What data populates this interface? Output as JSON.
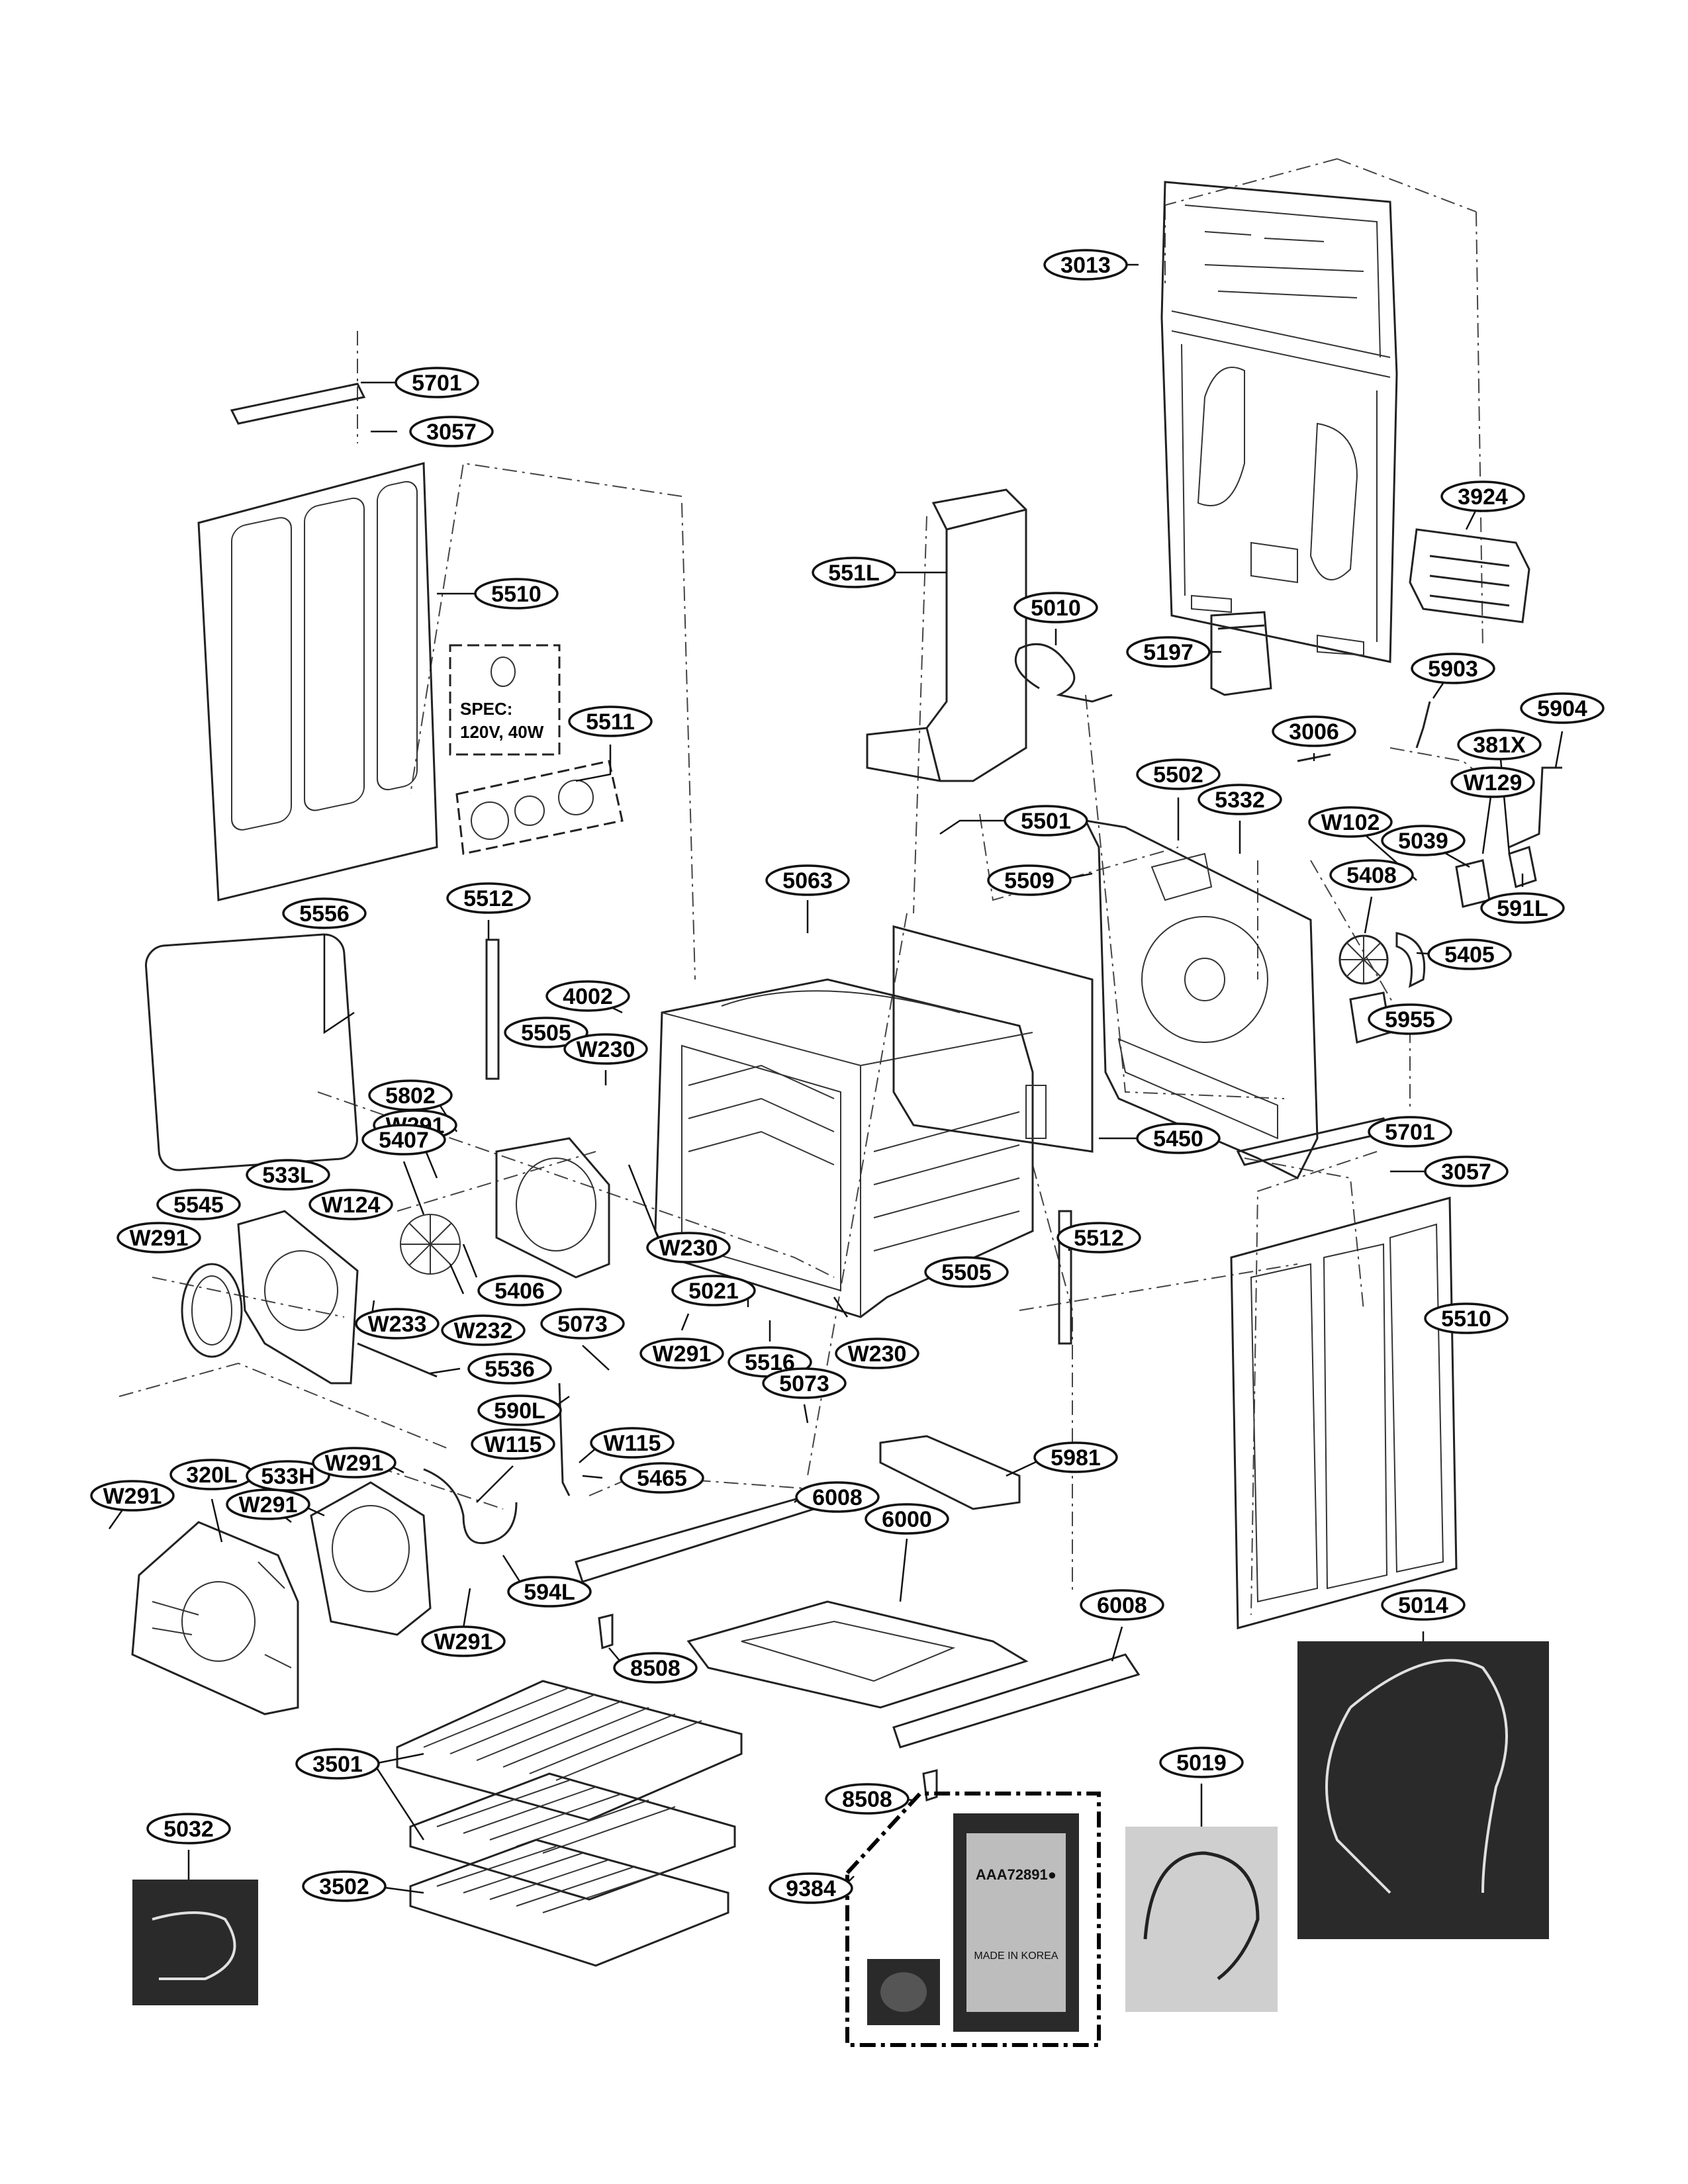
{
  "spec_box": {
    "line1": "SPEC:",
    "line2": "120V, 40W"
  },
  "kit_photo": {
    "bag_code": "AAA72891●",
    "bag_text": "MADE IN KOREA"
  },
  "labels": [
    {
      "id": "3013",
      "text": "3013"
    },
    {
      "id": "5701a",
      "text": "5701"
    },
    {
      "id": "3057a",
      "text": "3057"
    },
    {
      "id": "3924",
      "text": "3924"
    },
    {
      "id": "551L",
      "text": "551L"
    },
    {
      "id": "5010",
      "text": "5010"
    },
    {
      "id": "5510a",
      "text": "5510"
    },
    {
      "id": "5197",
      "text": "5197"
    },
    {
      "id": "5903",
      "text": "5903"
    },
    {
      "id": "5511",
      "text": "5511"
    },
    {
      "id": "3006",
      "text": "3006"
    },
    {
      "id": "5904",
      "text": "5904"
    },
    {
      "id": "381X",
      "text": "381X"
    },
    {
      "id": "5502",
      "text": "5502"
    },
    {
      "id": "5332",
      "text": "5332"
    },
    {
      "id": "W129",
      "text": "W129"
    },
    {
      "id": "W102",
      "text": "W102"
    },
    {
      "id": "5039",
      "text": "5039"
    },
    {
      "id": "5501",
      "text": "5501"
    },
    {
      "id": "5509",
      "text": "5509"
    },
    {
      "id": "5063",
      "text": "5063"
    },
    {
      "id": "5408",
      "text": "5408"
    },
    {
      "id": "591L",
      "text": "591L"
    },
    {
      "id": "5556",
      "text": "5556"
    },
    {
      "id": "5512a",
      "text": "5512"
    },
    {
      "id": "5405",
      "text": "5405"
    },
    {
      "id": "4002",
      "text": "4002"
    },
    {
      "id": "5955",
      "text": "5955"
    },
    {
      "id": "5505a",
      "text": "5505"
    },
    {
      "id": "W230a",
      "text": "W230"
    },
    {
      "id": "5802",
      "text": "5802"
    },
    {
      "id": "5450",
      "text": "5450"
    },
    {
      "id": "W291a",
      "text": "W291"
    },
    {
      "id": "5701b",
      "text": "5701"
    },
    {
      "id": "5407",
      "text": "5407"
    },
    {
      "id": "533L",
      "text": "533L"
    },
    {
      "id": "3057b",
      "text": "3057"
    },
    {
      "id": "5545",
      "text": "5545"
    },
    {
      "id": "W124",
      "text": "W124"
    },
    {
      "id": "W291b",
      "text": "W291"
    },
    {
      "id": "W230b",
      "text": "W230"
    },
    {
      "id": "5512b",
      "text": "5512"
    },
    {
      "id": "5406",
      "text": "5406"
    },
    {
      "id": "5505b",
      "text": "5505"
    },
    {
      "id": "W233",
      "text": "W233"
    },
    {
      "id": "W232",
      "text": "W232"
    },
    {
      "id": "5021",
      "text": "5021"
    },
    {
      "id": "5073a",
      "text": "5073"
    },
    {
      "id": "W291c",
      "text": "W291"
    },
    {
      "id": "5516",
      "text": "5516"
    },
    {
      "id": "W230c",
      "text": "W230"
    },
    {
      "id": "5510b",
      "text": "5510"
    },
    {
      "id": "5536",
      "text": "5536"
    },
    {
      "id": "590L",
      "text": "590L"
    },
    {
      "id": "5073b",
      "text": "5073"
    },
    {
      "id": "W115a",
      "text": "W115"
    },
    {
      "id": "320L",
      "text": "320L"
    },
    {
      "id": "533H",
      "text": "533H"
    },
    {
      "id": "W291d",
      "text": "W291"
    },
    {
      "id": "W115b",
      "text": "W115"
    },
    {
      "id": "5981",
      "text": "5981"
    },
    {
      "id": "5465",
      "text": "5465"
    },
    {
      "id": "W291e",
      "text": "W291"
    },
    {
      "id": "W291f",
      "text": "W291"
    },
    {
      "id": "6008a",
      "text": "6008"
    },
    {
      "id": "6000",
      "text": "6000"
    },
    {
      "id": "594L",
      "text": "594L"
    },
    {
      "id": "W291g",
      "text": "W291"
    },
    {
      "id": "6008b",
      "text": "6008"
    },
    {
      "id": "5014",
      "text": "5014"
    },
    {
      "id": "8508a",
      "text": "8508"
    },
    {
      "id": "3501",
      "text": "3501"
    },
    {
      "id": "5019",
      "text": "5019"
    },
    {
      "id": "8508b",
      "text": "8508"
    },
    {
      "id": "5032",
      "text": "5032"
    },
    {
      "id": "3502",
      "text": "3502"
    },
    {
      "id": "9384",
      "text": "9384"
    }
  ]
}
